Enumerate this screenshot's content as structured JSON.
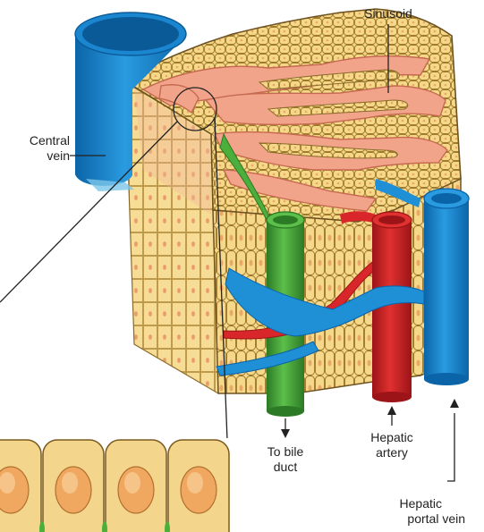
{
  "labels": {
    "sinusoid": "Sinusoid",
    "central_vein": [
      "Central",
      "vein"
    ],
    "bile_duct": [
      "To bile",
      "duct"
    ],
    "hepatic_artery": [
      "Hepatic",
      "artery"
    ],
    "hepatic_portal_vein": [
      "Hepatic",
      "portal vein"
    ]
  },
  "colors": {
    "vein_blue": "#1f8fd6",
    "vein_blue_dark": "#0b64a8",
    "artery_red": "#d9262a",
    "artery_red_dark": "#9c1418",
    "bile_green": "#4caf3c",
    "bile_green_dark": "#2c7a25",
    "hepatocyte": "#f5d88a",
    "cell_line": "#a07a2a",
    "sinusoid_pink": "#f2a48a",
    "nucleus": "#e9a867",
    "zoom_cell": "#f4d58c"
  }
}
